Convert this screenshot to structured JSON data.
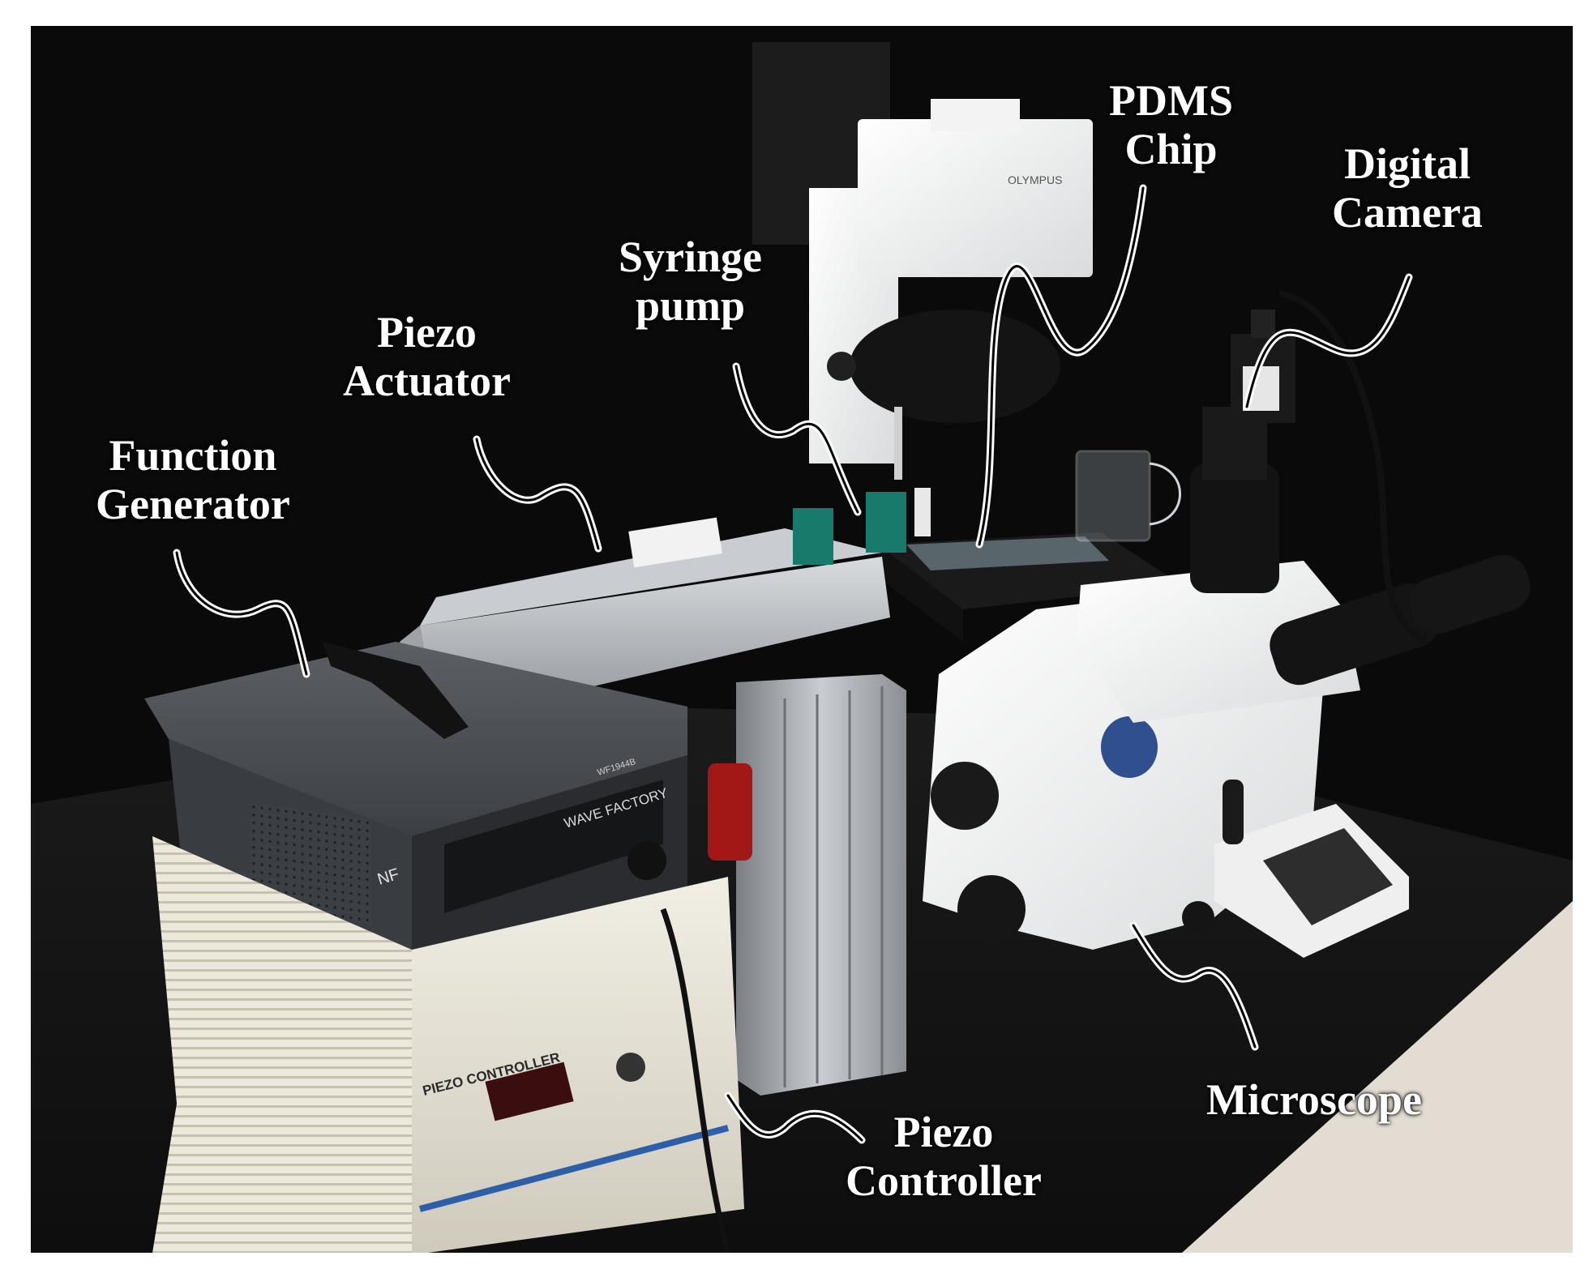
{
  "labels": {
    "pdms_chip": [
      "PDMS",
      "Chip"
    ],
    "digital_camera": [
      "Digital",
      "Camera"
    ],
    "syringe_pump": [
      "Syringe",
      "pump"
    ],
    "piezo_actuator": [
      "Piezo",
      "Actuator"
    ],
    "function_generator": [
      "Function",
      "Generator"
    ],
    "microscope": [
      "Microscope"
    ],
    "piezo_controller": [
      "Piezo",
      "Controller"
    ]
  },
  "equipment_text": {
    "microscope_brand": "OLYMPUS",
    "generator_brand": "NF",
    "generator_model": "WF1944B",
    "generator_series": "WAVE FACTORY",
    "controller_panel": "PIEZO CONTROLLER"
  },
  "colors": {
    "background": "#0a0a0a",
    "bench": "#151515",
    "wall_right": "#e2dcd2",
    "label_text": "#ffffff"
  }
}
